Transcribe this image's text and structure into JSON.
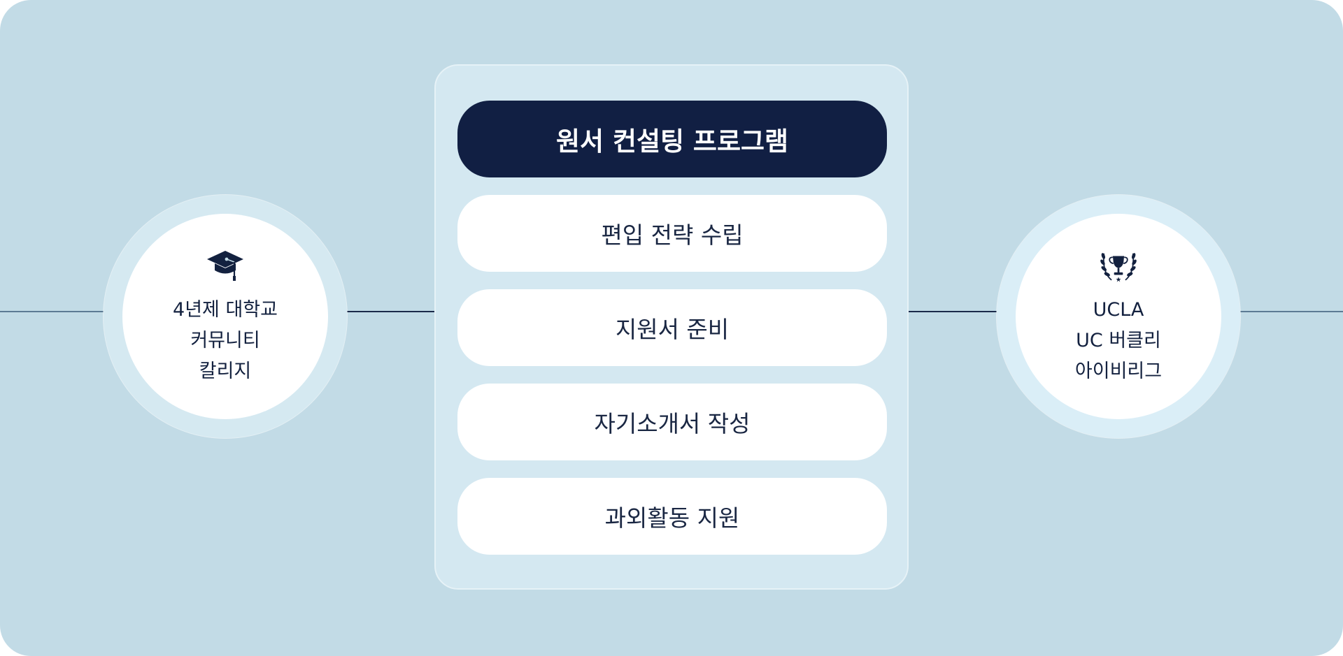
{
  "colors": {
    "background": "#c2dbe6",
    "panel": "#d4e8f1",
    "header_fill": "#111f43",
    "text": "#13213f"
  },
  "left_node": {
    "icon": "graduation-cap-icon",
    "lines": [
      "4년제 대학교",
      "커뮤니티",
      "칼리지"
    ]
  },
  "program": {
    "title": "원서 컨설팅 프로그램",
    "steps": [
      "편입 전략 수립",
      "지원서 준비",
      "자기소개서 작성",
      "과외활동 지원"
    ]
  },
  "right_node": {
    "icon": "trophy-laurel-icon",
    "lines": [
      "UCLA",
      "UC 버클리",
      "아이비리그"
    ]
  }
}
